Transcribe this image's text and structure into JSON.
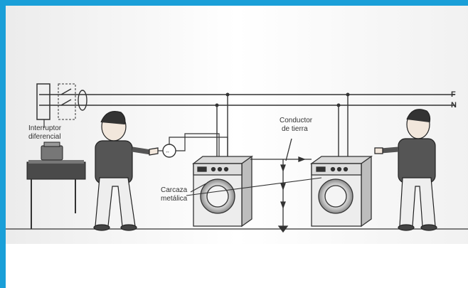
{
  "labels": {
    "switch_line1": "Interruptor",
    "switch_line2": "diferencial",
    "conductor_line1": "Conductor",
    "conductor_line2": "de tierra",
    "casing_line1": "Carcaza",
    "casing_line2": "metálica",
    "phase": "F",
    "neutral": "N"
  },
  "colors": {
    "frame_border": "#1a9fd8",
    "line": "#333333",
    "appliance_fill": "#ededed",
    "shirt_fill": "#555555"
  }
}
